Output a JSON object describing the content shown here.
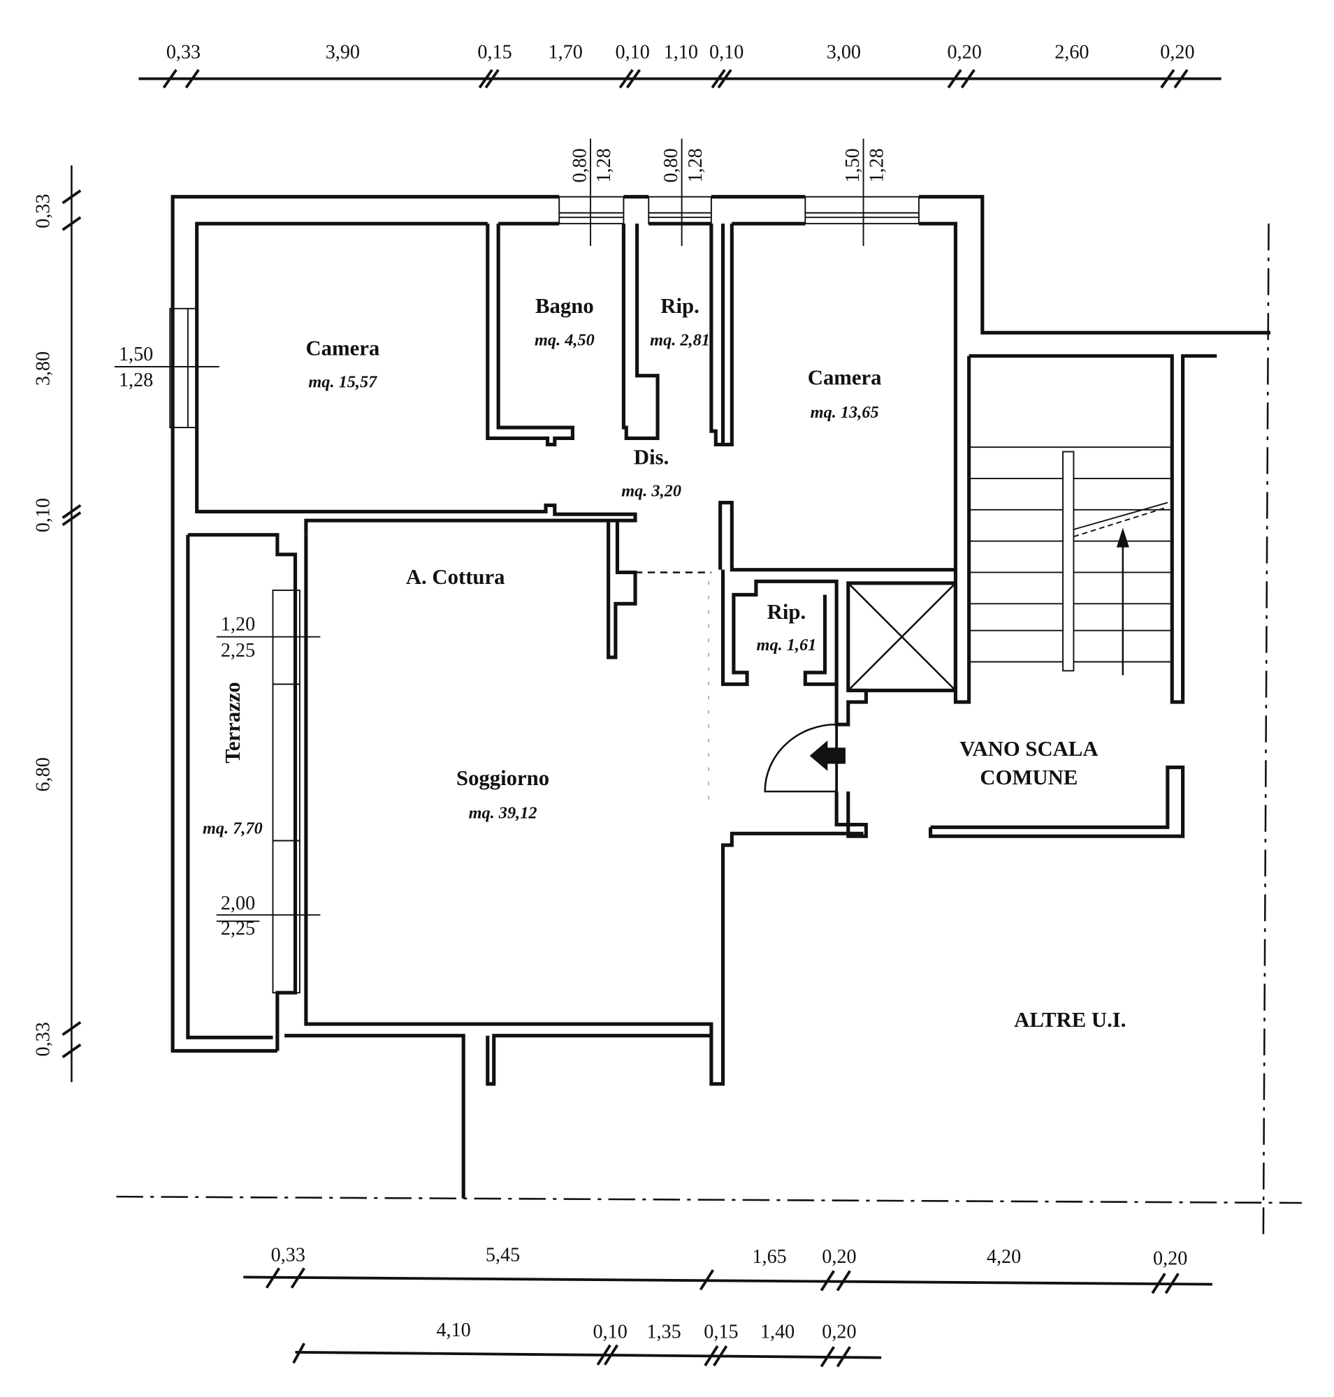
{
  "dimensions": {
    "top": [
      "0,33",
      "3,90",
      "0,15",
      "1,70",
      "0,10",
      "1,10",
      "0,10",
      "3,00",
      "0,20",
      "2,60",
      "0,20"
    ],
    "left": [
      "0,33",
      "3,80",
      "0,10",
      "6,80",
      "0,33"
    ],
    "bottom_row1": [
      "0,33",
      "5,45",
      "1,65",
      "0,20",
      "4,20",
      "0,20"
    ],
    "bottom_row2": [
      "4,10",
      "0,10",
      "1,35",
      "0,15",
      "1,40",
      "0,20"
    ],
    "windows": {
      "bagno_top": [
        "0,80",
        "1,28"
      ],
      "rip_top": [
        "0,80",
        "1,28"
      ],
      "camera_right_top": [
        "1,50",
        "1,28"
      ],
      "camera_left_side": [
        "1,50",
        "1,28"
      ],
      "terrazzo_window_1": [
        "1,20",
        "2,25"
      ],
      "terrazzo_window_2": [
        "2,00",
        "2,25"
      ]
    }
  },
  "rooms": {
    "camera_left": {
      "name": "Camera",
      "area": "mq. 15,57"
    },
    "bagno": {
      "name": "Bagno",
      "area": "mq. 4,50"
    },
    "rip_top": {
      "name": "Rip.",
      "area": "mq. 2,81"
    },
    "camera_right": {
      "name": "Camera",
      "area": "mq. 13,65"
    },
    "dis": {
      "name": "Dis.",
      "area": "mq. 3,20"
    },
    "cottura": {
      "name": "A. Cottura"
    },
    "rip_small": {
      "name": "Rip.",
      "area": "mq. 1,61"
    },
    "soggiorno": {
      "name": "Soggiorno",
      "area": "mq. 39,12"
    },
    "terrazzo": {
      "name": "Terrazzo",
      "area": "mq. 7,70"
    },
    "vano_scala": {
      "line1": "VANO SCALA",
      "line2": "COMUNE"
    },
    "altre": {
      "name": "ALTRE U.I."
    }
  },
  "icons": [
    "entrance-arrow-icon",
    "elevator-shaft-icon",
    "stair-direction-arrow-icon"
  ]
}
